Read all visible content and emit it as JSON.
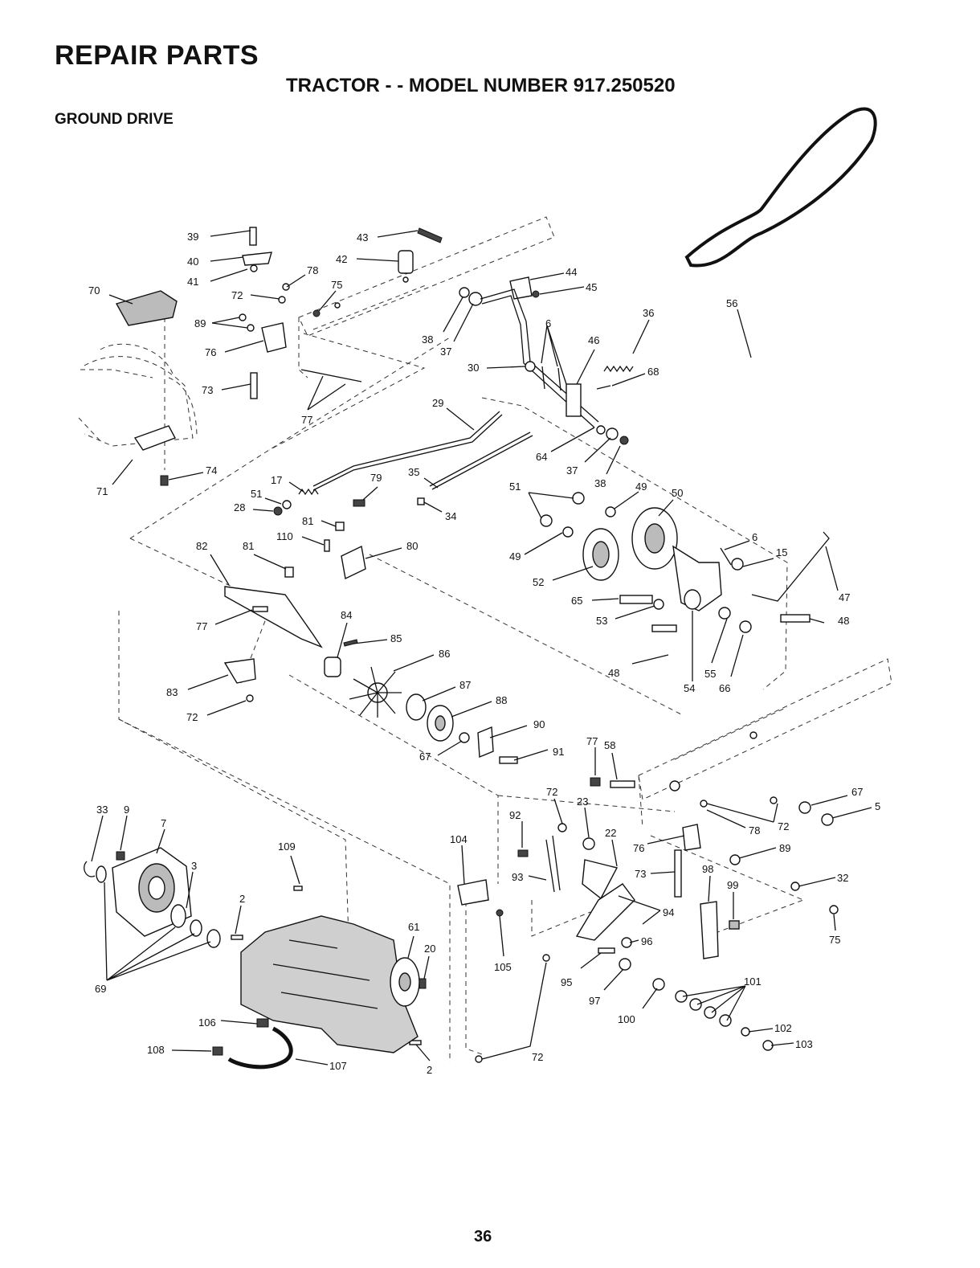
{
  "header": {
    "title": "REPAIR PARTS",
    "subtitle": "TRACTOR - - MODEL NUMBER 917.250520",
    "section": "GROUND DRIVE"
  },
  "page_number": "36",
  "callouts": [
    {
      "id": "c39",
      "text": "39"
    },
    {
      "id": "c40",
      "text": "40"
    },
    {
      "id": "c41",
      "text": "41"
    },
    {
      "id": "c43",
      "text": "43"
    },
    {
      "id": "c42",
      "text": "42"
    },
    {
      "id": "c78a",
      "text": "78"
    },
    {
      "id": "c72a",
      "text": "72"
    },
    {
      "id": "c75a",
      "text": "75"
    },
    {
      "id": "c70",
      "text": "70"
    },
    {
      "id": "c89a",
      "text": "89"
    },
    {
      "id": "c76a",
      "text": "76"
    },
    {
      "id": "c73a",
      "text": "73"
    },
    {
      "id": "c77a",
      "text": "77"
    },
    {
      "id": "c44",
      "text": "44"
    },
    {
      "id": "c45",
      "text": "45"
    },
    {
      "id": "c36",
      "text": "36"
    },
    {
      "id": "c56",
      "text": "56"
    },
    {
      "id": "c6a",
      "text": "6"
    },
    {
      "id": "c46",
      "text": "46"
    },
    {
      "id": "c38a",
      "text": "38"
    },
    {
      "id": "c37a",
      "text": "37"
    },
    {
      "id": "c30",
      "text": "30"
    },
    {
      "id": "c68",
      "text": "68"
    },
    {
      "id": "c29",
      "text": "29"
    },
    {
      "id": "c64",
      "text": "64"
    },
    {
      "id": "c37b",
      "text": "37"
    },
    {
      "id": "c38b",
      "text": "38"
    },
    {
      "id": "c71",
      "text": "71"
    },
    {
      "id": "c74",
      "text": "74"
    },
    {
      "id": "c17",
      "text": "17"
    },
    {
      "id": "c51a",
      "text": "51"
    },
    {
      "id": "c28",
      "text": "28"
    },
    {
      "id": "c79",
      "text": "79"
    },
    {
      "id": "c35",
      "text": "35"
    },
    {
      "id": "c34",
      "text": "34"
    },
    {
      "id": "c51b",
      "text": "51"
    },
    {
      "id": "c49a",
      "text": "49"
    },
    {
      "id": "c50",
      "text": "50"
    },
    {
      "id": "c81a",
      "text": "81"
    },
    {
      "id": "c110",
      "text": "110"
    },
    {
      "id": "c82",
      "text": "82"
    },
    {
      "id": "c81b",
      "text": "81"
    },
    {
      "id": "c80",
      "text": "80"
    },
    {
      "id": "c6b",
      "text": "6"
    },
    {
      "id": "c15",
      "text": "15"
    },
    {
      "id": "c49b",
      "text": "49"
    },
    {
      "id": "c52",
      "text": "52"
    },
    {
      "id": "c65a",
      "text": "65"
    },
    {
      "id": "c47",
      "text": "47"
    },
    {
      "id": "c53",
      "text": "53"
    },
    {
      "id": "c48a",
      "text": "48"
    },
    {
      "id": "c77b",
      "text": "77"
    },
    {
      "id": "c84",
      "text": "84"
    },
    {
      "id": "c85",
      "text": "85"
    },
    {
      "id": "c86",
      "text": "86"
    },
    {
      "id": "c48b",
      "text": "48"
    },
    {
      "id": "c55",
      "text": "55"
    },
    {
      "id": "c54",
      "text": "54"
    },
    {
      "id": "c66",
      "text": "66"
    },
    {
      "id": "c83",
      "text": "83"
    },
    {
      "id": "c87",
      "text": "87"
    },
    {
      "id": "c88",
      "text": "88"
    },
    {
      "id": "c72b",
      "text": "72"
    },
    {
      "id": "c90",
      "text": "90"
    },
    {
      "id": "c91",
      "text": "91"
    },
    {
      "id": "c67a",
      "text": "67"
    },
    {
      "id": "c77c",
      "text": "77"
    },
    {
      "id": "c58",
      "text": "58"
    },
    {
      "id": "c33",
      "text": "33"
    },
    {
      "id": "c9",
      "text": "9"
    },
    {
      "id": "c7",
      "text": "7"
    },
    {
      "id": "c72c",
      "text": "72"
    },
    {
      "id": "c92",
      "text": "92"
    },
    {
      "id": "c23",
      "text": "23"
    },
    {
      "id": "c67b",
      "text": "67"
    },
    {
      "id": "c5",
      "text": "5"
    },
    {
      "id": "c72d",
      "text": "72"
    },
    {
      "id": "c78b",
      "text": "78"
    },
    {
      "id": "c109",
      "text": "109"
    },
    {
      "id": "c104",
      "text": "104"
    },
    {
      "id": "c22",
      "text": "22"
    },
    {
      "id": "c76b",
      "text": "76"
    },
    {
      "id": "c89b",
      "text": "89"
    },
    {
      "id": "c3",
      "text": "3"
    },
    {
      "id": "c93",
      "text": "93"
    },
    {
      "id": "c73b",
      "text": "73"
    },
    {
      "id": "c98",
      "text": "98"
    },
    {
      "id": "c32",
      "text": "32"
    },
    {
      "id": "c99",
      "text": "99"
    },
    {
      "id": "c2a",
      "text": "2"
    },
    {
      "id": "c94",
      "text": "94"
    },
    {
      "id": "c75b",
      "text": "75"
    },
    {
      "id": "c61",
      "text": "61"
    },
    {
      "id": "c20",
      "text": "20"
    },
    {
      "id": "c96",
      "text": "96"
    },
    {
      "id": "c69",
      "text": "69"
    },
    {
      "id": "c105",
      "text": "105"
    },
    {
      "id": "c95",
      "text": "95"
    },
    {
      "id": "c101",
      "text": "101"
    },
    {
      "id": "c97",
      "text": "97"
    },
    {
      "id": "c100",
      "text": "100"
    },
    {
      "id": "c106",
      "text": "106"
    },
    {
      "id": "c102",
      "text": "102"
    },
    {
      "id": "c108",
      "text": "108"
    },
    {
      "id": "c107",
      "text": "107"
    },
    {
      "id": "c2b",
      "text": "2"
    },
    {
      "id": "c72e",
      "text": "72"
    },
    {
      "id": "c103",
      "text": "103"
    }
  ]
}
